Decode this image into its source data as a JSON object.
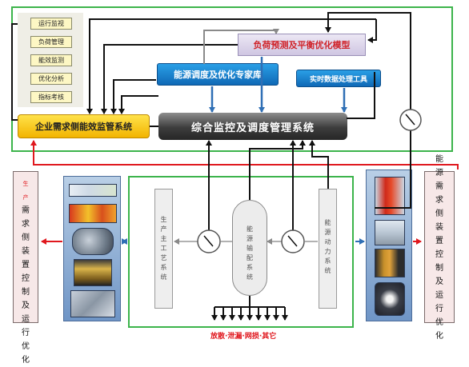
{
  "menu": {
    "items": [
      "运行监视",
      "负荷管理",
      "能效监测",
      "优化分析",
      "指标考核"
    ]
  },
  "boxes": {
    "enterprise_demand": "企业需求侧能效监管系统",
    "integrated_control": "综合监控及调度管理系统",
    "expert_db": "能源调度及优化专家库",
    "load_forecast": "负荷预测及平衡优化模型",
    "realtime_tool": "实时数据处理工具"
  },
  "side": {
    "left_top": "生产",
    "left_body": "需求侧装置控制及运行优化",
    "right_top": "能",
    "right_body": "源需求侧装置控制及运行优化"
  },
  "process": {
    "production": "生产主工艺系统",
    "distribution": "能源输配系统",
    "power": "能源动力系统"
  },
  "bottom_label": "放散·泄漏·网损·其它",
  "colors": {
    "frame_green": "#3cb44b",
    "arrow_red": "#e0181e",
    "arrow_blue": "#2f6fb5",
    "line_black": "#111111"
  }
}
